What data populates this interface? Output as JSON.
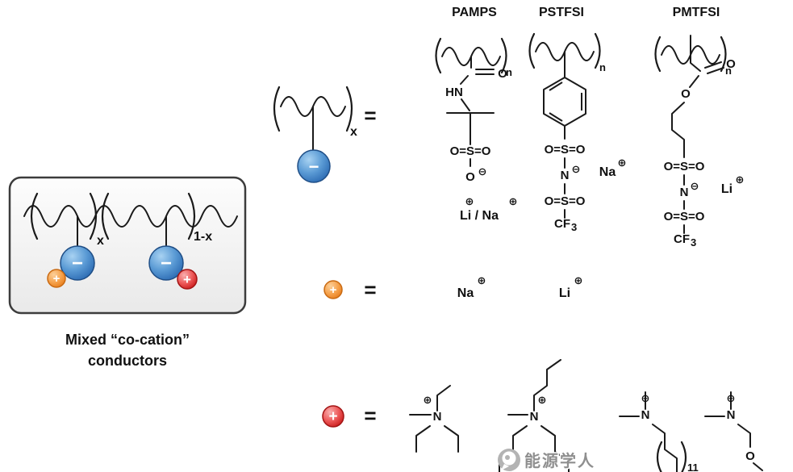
{
  "headers": {
    "pamps": "PAMPS",
    "pstfsi": "PSTFSI",
    "pmtfsi": "PMTFSI"
  },
  "left_panel": {
    "caption_line1": "Mixed “co-cation”",
    "caption_line2": "conductors",
    "x": "x",
    "one_minus_x": "1-x"
  },
  "symbols": {
    "equals": "=",
    "minus": "−",
    "plus": "+",
    "n": "n",
    "x": "x",
    "three": "3",
    "eleven": "11",
    "circled_plus": "⊕",
    "circled_minus": "⊖"
  },
  "pamps": {
    "carbonyl_o": "O",
    "amide": "HN",
    "sulfonyl": "O=S=O",
    "anion_o": "O",
    "counterions": "Li / Na"
  },
  "pstfsi": {
    "sulfonyl_top": "O=S=O",
    "imide_n": "N",
    "sodium": "Na",
    "sulfonyl_bottom": "O=S=O",
    "cf": "CF"
  },
  "pmtfsi": {
    "carbonyl_o": "O",
    "ester_o": "O",
    "sulfonyl_top": "O=S=O",
    "imide_n": "N",
    "lithium": "Li",
    "sulfonyl_bottom": "O=S=O",
    "cf": "CF"
  },
  "cation_row": {
    "sodium": "Na",
    "lithium": "Li"
  },
  "ammonium_row": {
    "n": "N",
    "ether_o": "O"
  },
  "watermark": {
    "text": "能源学人"
  }
}
